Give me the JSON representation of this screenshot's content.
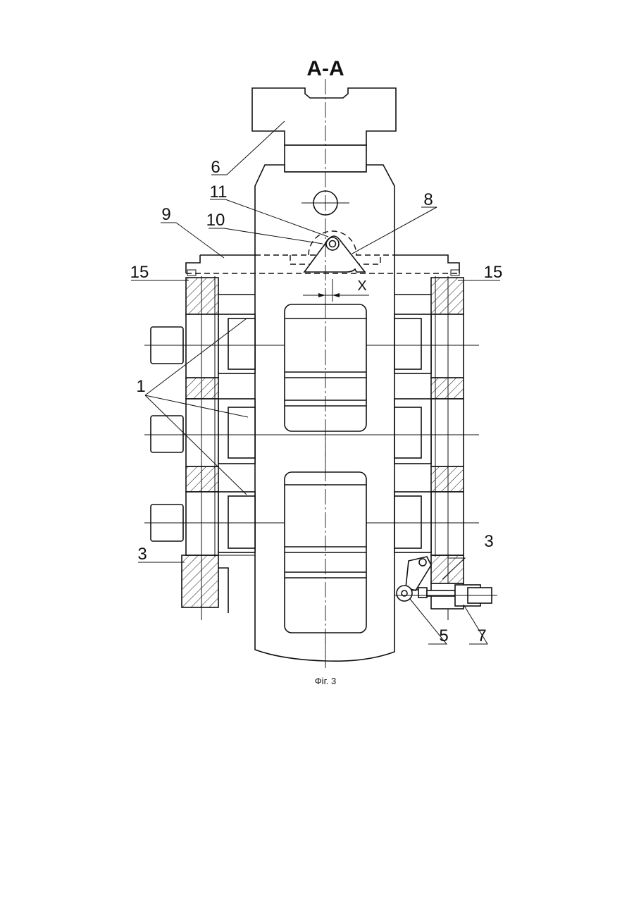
{
  "section_title": "A-A",
  "caption": "Фіг. 3",
  "callouts": {
    "c1": "1",
    "c3_left": "3",
    "c3_right": "3",
    "c5": "5",
    "c6": "6",
    "c7": "7",
    "c8": "8",
    "c9": "9",
    "c10": "10",
    "c11": "11",
    "c15_left": "15",
    "c15_right": "15"
  },
  "dimension": "X"
}
